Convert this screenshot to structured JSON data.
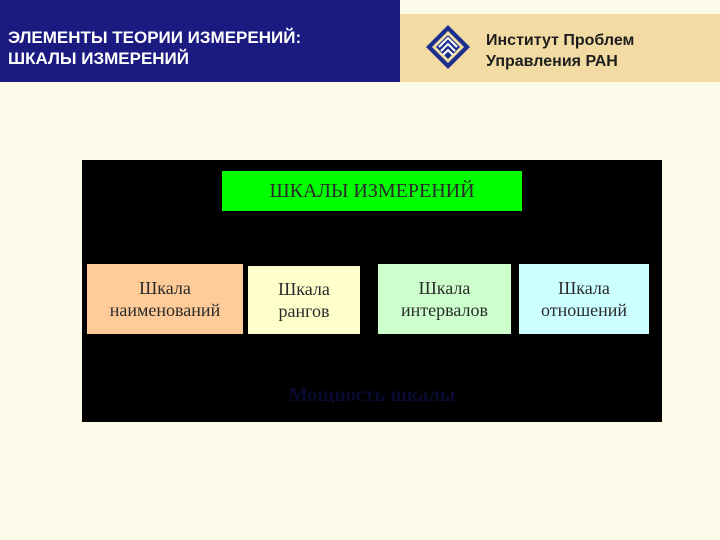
{
  "header": {
    "title_line1": "ЭЛЕМЕНТЫ ТЕОРИИ ИЗМЕРЕНИЙ:",
    "title_line2": "ШКАЛЫ ИЗМЕРЕНИЙ",
    "institute_line1": "Институт Проблем",
    "institute_line2": "Управления РАН",
    "logo_icon": "ipu-ran-logo-icon"
  },
  "diagram": {
    "root_label": "ШКАЛЫ ИЗМЕРЕНИЙ",
    "scales": [
      {
        "line1": "Шкала",
        "line2": "наименований",
        "color": "#ffcc99"
      },
      {
        "line1": "Шкала",
        "line2": "рангов",
        "color": "#ffffcc"
      },
      {
        "line1": "Шкала",
        "line2": "интервалов",
        "color": "#ccffcc"
      },
      {
        "line1": "Шкала",
        "line2": "отношений",
        "color": "#ccffff"
      }
    ],
    "footer_label": "Мощность шкалы"
  },
  "colors": {
    "header_bg": "#1a1a80",
    "header_right_bg": "#f2dca4",
    "page_bg": "#fffbea",
    "diagram_bg": "#000000",
    "root_bg": "#00ff00"
  }
}
